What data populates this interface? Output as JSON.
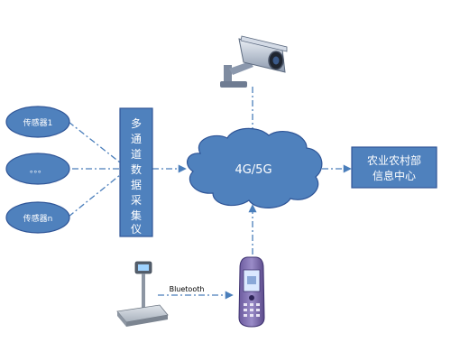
{
  "diagram": {
    "sensors": [
      "传感器1",
      "。。。",
      "传感器n"
    ],
    "collector": [
      "多",
      "通",
      "道",
      "数",
      "据",
      "采",
      "集",
      "仪"
    ],
    "network": "4G/5G",
    "center": [
      "农业农村部",
      "信息中心"
    ],
    "link_label": "Bluetooth",
    "devices": {
      "camera": "camera-icon",
      "scale": "weighing-scale-icon",
      "handheld": "handheld-terminal-icon"
    },
    "colors": {
      "node_fill": "#4f81bd",
      "node_stroke": "#2f5597",
      "line": "#4a7ebb",
      "text": "#ffffff"
    }
  }
}
